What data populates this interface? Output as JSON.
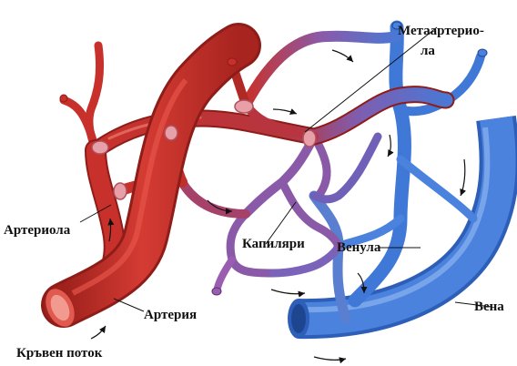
{
  "labels": {
    "metaarteriole_line1": "Метаартерио-",
    "metaarteriole_line2": "ла",
    "arteriole": "Артериола",
    "capillaries": "Капиляри",
    "venule": "Венула",
    "vein": "Вена",
    "artery": "Артерия",
    "blood_flow": "Кръвен поток"
  },
  "colors": {
    "artery": "#c8312b",
    "artery_dark": "#8e1c18",
    "capillary": "#8a5aa8",
    "vein": "#3f78d6",
    "vein_light": "#7fa8ea",
    "sphincter": "#e8a0a8",
    "arrow": "#111111"
  }
}
